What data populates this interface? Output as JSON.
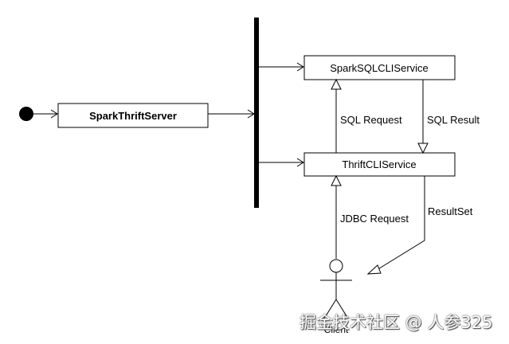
{
  "nodes": {
    "server": "SparkThriftServer",
    "sql_cli_service": "SparkSQLCLIService",
    "thrift_cli_service": "ThriftCLIService",
    "client": "Client"
  },
  "edges": {
    "sql_request": "SQL Request",
    "sql_result": "SQL Result",
    "jdbc_request": "JDBC Request",
    "result_set": "ResultSet"
  },
  "watermark": "掘金技术社区 @ 人参325"
}
